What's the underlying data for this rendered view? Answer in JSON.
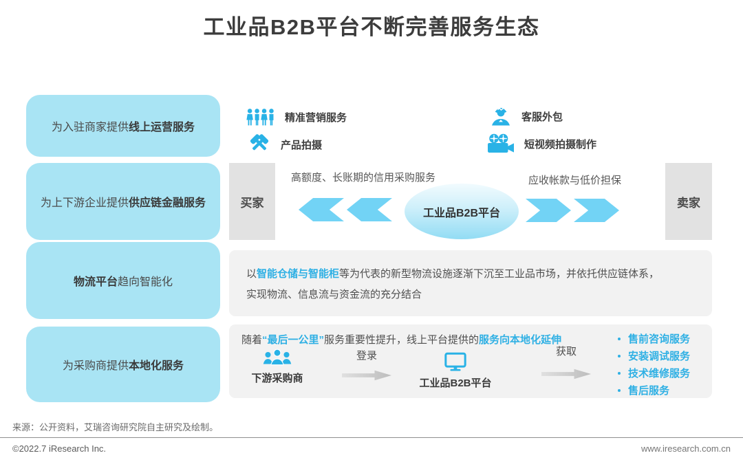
{
  "page": {
    "title": "工业品B2B平台不断完善服务生态"
  },
  "colors": {
    "accent_blue": "#29b2e6",
    "light_blue_box": "#a9e4f4",
    "chevron_blue": "#72d3f5",
    "highlight_text_blue": "#2fb0e4",
    "panel_gray": "#f2f2f2",
    "side_box_gray": "#e2e2e2"
  },
  "left_boxes": [
    {
      "prefix": "为入驻商家提供",
      "bold": "线上运营服务",
      "suffix": ""
    },
    {
      "prefix": "为上下游企业提供",
      "bold": "供应链金融服务",
      "suffix": ""
    },
    {
      "prefix": "",
      "bold": "物流平台",
      "suffix": "趋向智能化"
    },
    {
      "prefix": "为采购商提供",
      "bold": "本地化服务",
      "suffix": ""
    }
  ],
  "row1": {
    "services": [
      {
        "icon": "people-group-icon",
        "label": "精准营销服务"
      },
      {
        "icon": "crossed-hammers-icon",
        "label": "产品拍摄"
      },
      {
        "icon": "support-agent-icon",
        "label": "客服外包"
      },
      {
        "icon": "video-camera-icon",
        "label": "短视频拍摄制作"
      }
    ]
  },
  "row2": {
    "buyer": "买家",
    "seller": "卖家",
    "platform": "工业品B2B平台",
    "left_caption": "高额度、长账期的信用采购服务",
    "right_caption": "应收帐款与低价担保"
  },
  "row3": {
    "prefix": "以",
    "highlight": "智能仓储与智能柜",
    "line1_rest": "等为代表的新型物流设施逐渐下沉至工业品市场，并依托供应链体系，",
    "line2": "实现物流、信息流与资金流的充分结合"
  },
  "row4": {
    "headline": {
      "p1": "随着",
      "h1": "“最后一公里”",
      "p2": "服务重要性提升，线上平台提供的",
      "h2": "服务向本地化延伸"
    },
    "flow": {
      "source_icon": "buyers-group-icon",
      "source_label": "下游采购商",
      "login_label": "登录",
      "platform_icon": "monitor-icon",
      "platform_label": "工业品B2B平台",
      "obtain_label": "获取"
    },
    "bullets": [
      "售前咨询服务",
      "安装调试服务",
      "技术维修服务",
      "售后服务"
    ]
  },
  "footer": {
    "source": "来源：公开资料，艾瑞咨询研究院自主研究及绘制。",
    "copyright": "©2022.7 iResearch Inc.",
    "website": "www.iresearch.com.cn"
  }
}
